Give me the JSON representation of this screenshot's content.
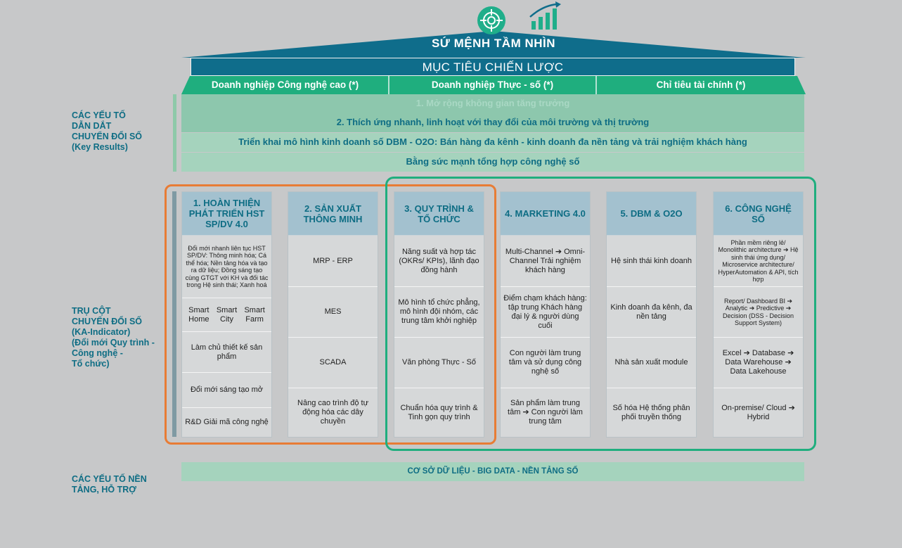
{
  "header": {
    "mission": "SỨ MỆNH TẦM NHÌN",
    "strategy": "MỤC TIÊU CHIẾN LƯỢC",
    "goals": [
      "Doanh nghiệp Công nghệ cao (*)",
      "Doanh nghiệp Thực - số (*)",
      "Chỉ tiêu tài chính (*)"
    ],
    "icons": [
      "target-icon",
      "growth-chart-icon"
    ]
  },
  "side_labels": {
    "key_results": [
      "CÁC YẾU TỐ",
      "DẪN DẮT",
      "CHUYỂN ĐỔI SỐ",
      "(Key Results)"
    ],
    "pillars": [
      "TRỤ CỘT",
      "CHUYỂN ĐỔI SỐ",
      "(KA-Indicator)",
      "(Đổi mới Quy trình -",
      "Công nghệ -",
      "Tổ chức)"
    ],
    "foundation": [
      "CÁC YẾU TỐ NỀN",
      "TẢNG, HỖ TRỢ"
    ]
  },
  "key_results": [
    "1. Mở rộng không gian tăng trưởng",
    "2. Thích ứng nhanh, linh hoạt với thay đổi của môi trường và thị trường",
    "Triển khai mô hình kinh doanh số DBM - O2O: Bán hàng đa kênh - kinh doanh đa nền tảng và trải nghiệm khách hàng",
    "Bằng sức mạnh tổng hợp công nghệ số"
  ],
  "pillars": [
    {
      "title": "1. HOÀN THIỆN PHÁT TRIỂN HST SP/DV 4.0",
      "cells": [
        "Đổi mới nhanh liên tục HST SP/DV: Thông minh hóa; Cá thể hóa; Nền tảng hóa và tạo ra dữ liệu; Đồng sáng tạo cùng GTGT với KH và đối tác trong Hệ sinh thái; Xanh hoá",
        "Làm chủ thiết kế sản phẩm",
        "Đổi mới sáng tạo mở",
        "R&D Giải mã công nghệ"
      ],
      "smart": [
        {
          "a": "Smart",
          "b": "Home"
        },
        {
          "a": "Smart",
          "b": "City"
        },
        {
          "a": "Smart",
          "b": "Farm"
        }
      ]
    },
    {
      "title": "2. SẢN XUẤT THÔNG MINH",
      "cells": [
        "MRP - ERP",
        "MES",
        "SCADA",
        "Nâng cao trình độ tự động hóa các dây chuyền"
      ]
    },
    {
      "title": "3. QUY TRÌNH & TỔ CHỨC",
      "cells": [
        "Năng suất và hợp tác (OKRs/ KPIs), lãnh đạo đồng hành",
        "Mô hình tổ chức phẳng, mô hình đội nhóm, các trung tâm khởi nghiệp",
        "Văn phòng Thực - Số",
        "Chuẩn hóa quy trình & Tinh gọn quy trình"
      ]
    },
    {
      "title": "4. MARKETING 4.0",
      "cells": [
        "Multi-Channel ➔ Omni-Channel Trải nghiệm khách hàng",
        "Điểm chạm khách hàng: tập trung Khách hàng đại lý & người dùng cuối",
        "Con người làm trung tâm và sử dụng công nghệ số",
        "Sản phẩm làm trung tâm ➔ Con người làm trung tâm"
      ]
    },
    {
      "title": "5. DBM & O2O",
      "cells": [
        "Hệ sinh thái kinh doanh",
        "Kinh doanh đa kênh, đa nền tảng",
        "Nhà sản xuất module",
        "Số hóa Hệ thống phân phối truyền thống"
      ]
    },
    {
      "title": "6. CÔNG NGHỆ SỐ",
      "cells": [
        "Phần mềm riêng lẻ/ Monolithic architecture ➔ Hệ sinh thái ứng dụng/ Microservice architecture/ HyperAutomation & API, tích hợp",
        "Report/ Dashboard BI ➔ Analytic ➔ Predictive ➔ Decision (DSS - Decision Support System)",
        "Excel ➔ Database ➔ Data Warehouse ➔ Data Lakehouse",
        "On-premise/ Cloud ➔ Hybrid"
      ]
    }
  ],
  "foundation": "CƠ SỞ DỮ LIỆU - BIG DATA - NỀN TẢNG SỐ",
  "colors": {
    "teal_dark": "#0f6d8b",
    "green": "#1fae7e",
    "orange": "#e87c35",
    "pillar_head": "#a3c1cf",
    "band": "#a5d3bd"
  }
}
